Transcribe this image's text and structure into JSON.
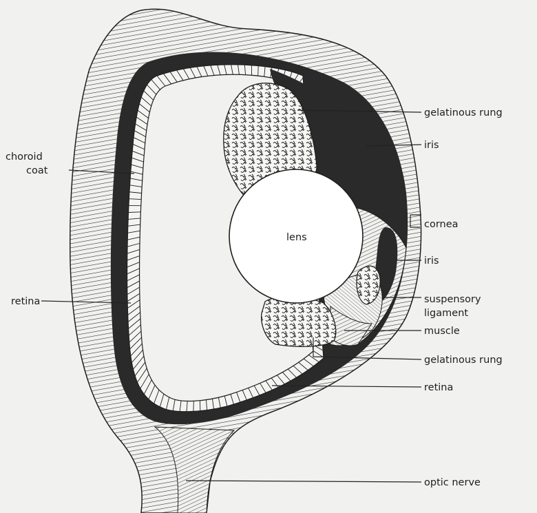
{
  "labels": {
    "gelatinous_rung_top": "gelatinous rung",
    "iris_top": "iris",
    "choroid_line1": "choroid",
    "choroid_line2": "coat",
    "cornea": "cornea",
    "lens": "lens",
    "iris_lower": "iris",
    "retina_left": "retina",
    "suspensory_line1": "suspensory",
    "suspensory_line2": "ligament",
    "muscle": "muscle",
    "gelatinous_rung_bottom": "gelatinous rung",
    "retina_bottom": "retina",
    "optic_nerve": "optic nerve"
  },
  "colors": {
    "ink": "#1e1e1e",
    "paper": "#f1f1ef",
    "pigment": "#2a2a2a"
  }
}
